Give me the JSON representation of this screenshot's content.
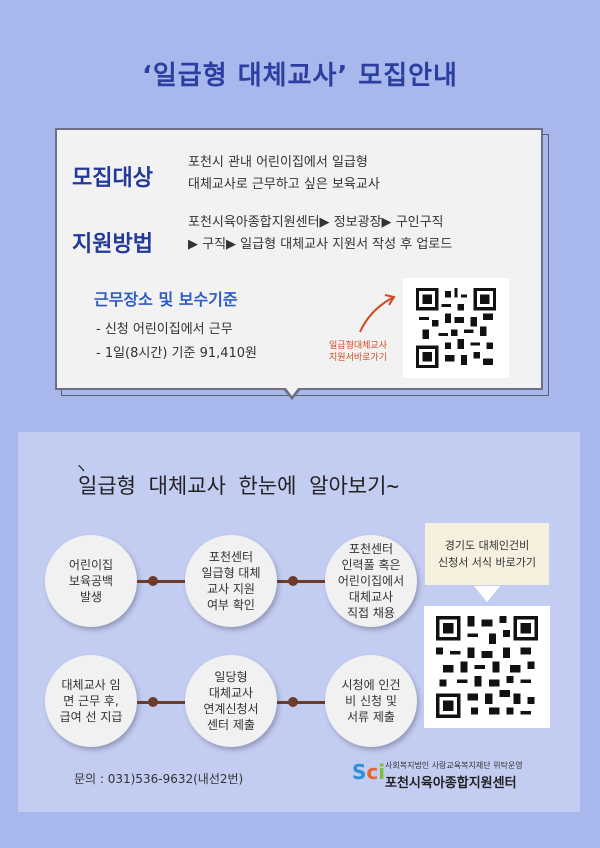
{
  "title": "‘일급형 대체교사’ 모집안내",
  "recruit": {
    "target_label": "모집대상",
    "target_lines": [
      "포천시 관내 어린이집에서 일급형",
      "대체교사로 근무하고 싶은 보육교사"
    ],
    "method_label": "지원방법",
    "method_lines": [
      "포천시육아종합지원센터▶ 정보광장▶ 구인구직",
      "▶ 구직▶ 일급형 대체교사 지원서 작성 후 업로드"
    ],
    "work_title": "근무장소 및 보수기준",
    "work_items": [
      "- 신청 어린이집에서 근무",
      "- 1일(8시간) 기준 91,410원"
    ],
    "qr_caption": [
      "일급형대체교사",
      "지원서바로가기"
    ]
  },
  "guide": {
    "subtitle": "일급형 대체교사 한눈에 알아보기~",
    "steps": [
      "어린이집\n보육공백\n발생",
      "포천센터\n일급형 대체\n교사 지원\n여부 확인",
      "포천센터\n인력풀 혹은\n어린이집에서\n대체교사\n직접 채용",
      "대체교사 임\n면 근무 후,\n급여 선 지급",
      "일당형\n대체교사\n연계신청서\n센터 제출",
      "시청에 인건\n비 신청 및\n서류 제출"
    ],
    "notice": "경기도 대체인건비\n신청서 서식 바로가기",
    "contact": "문의 : 031)536-9632(내선2번)",
    "org_small": "사회복지법인 사랑교육복지재단 위탁운영",
    "org_big": "포천시육아종합지원센터"
  },
  "colors": {
    "background": "#a9b8ec",
    "panel": "#c3cdf2",
    "accent": "#233a9a",
    "connector": "#6b3b2c"
  }
}
